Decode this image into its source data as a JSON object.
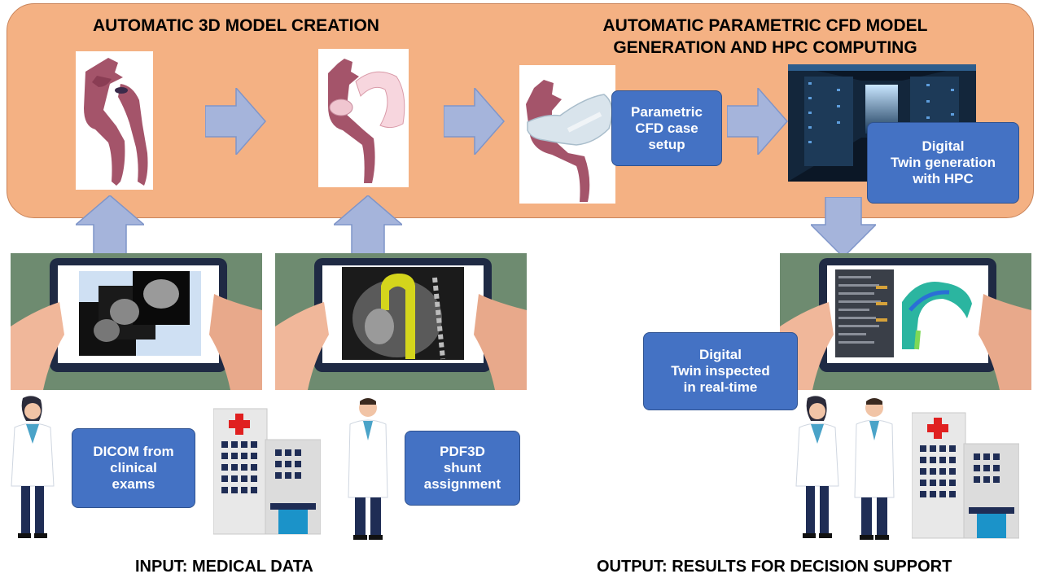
{
  "headings": {
    "model_creation": "AUTOMATIC 3D MODEL CREATION",
    "cfd_line1": "AUTOMATIC PARAMETRIC CFD MODEL",
    "cfd_line2": "GENERATION AND HPC COMPUTING"
  },
  "boxes": {
    "cfd_setup": [
      "Parametric",
      "CFD case",
      "setup"
    ],
    "twin_hpc": [
      "Digital",
      "Twin generation",
      "with HPC"
    ],
    "dicom": [
      "DICOM from",
      "clinical",
      "exams"
    ],
    "pdf3d": [
      "PDF3D",
      "shunt",
      "assignment"
    ],
    "twin_inspected": [
      "Digital",
      "Twin inspected",
      "in real-time"
    ]
  },
  "footers": {
    "input": "INPUT: MEDICAL DATA",
    "output": "OUTPUT: RESULTS FOR DECISION SUPPORT"
  },
  "colors": {
    "panel": "#f4b183",
    "box_blue": "#4472c4",
    "arrow_blue": "#a5b4db",
    "vessel": "#a4546a",
    "tablet_bg": "#6e8b70"
  }
}
